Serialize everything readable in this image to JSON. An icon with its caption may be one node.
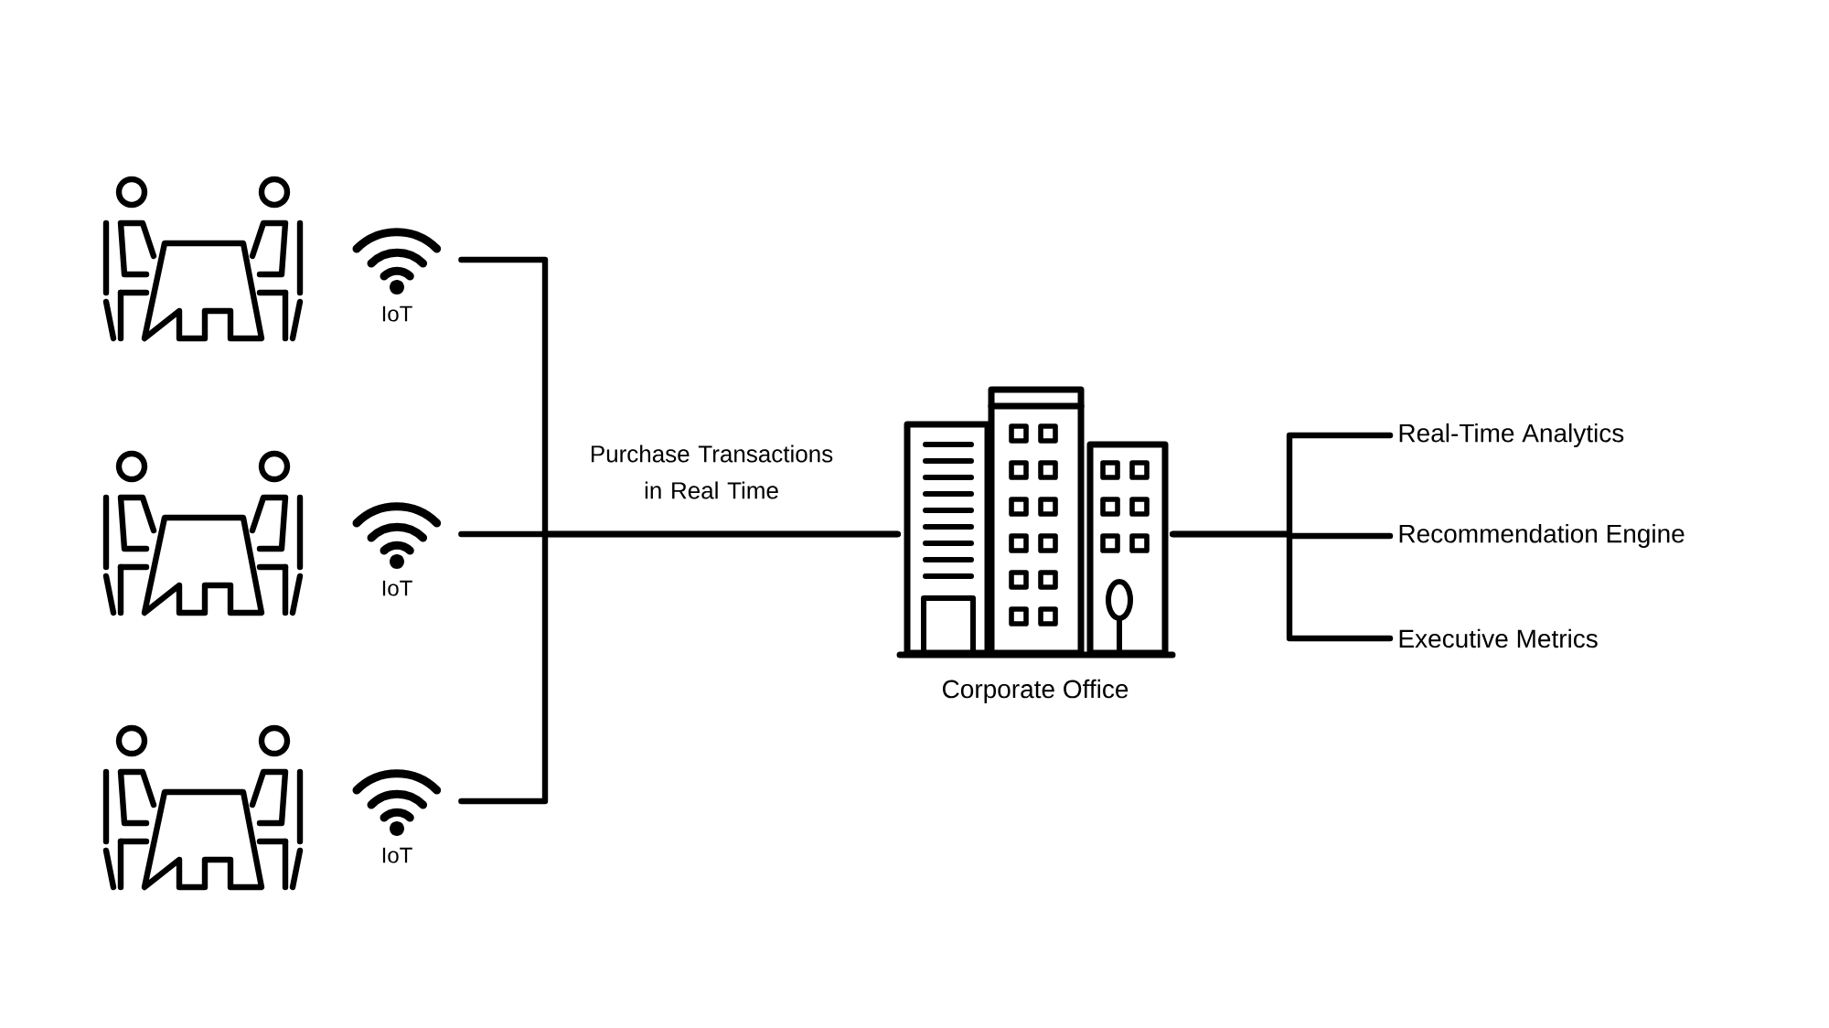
{
  "diagram": {
    "nodes": [
      {
        "text": [
          "IoT"
        ]
      },
      {
        "text": [
          "IoT"
        ]
      },
      {
        "text": [
          "IoT"
        ]
      },
      {
        "text": [
          "Corporate Office"
        ]
      },
      {
        "text": [
          "Real-Time Analytics"
        ]
      },
      {
        "text": [
          "Recommendation Engine"
        ]
      },
      {
        "text": [
          "Executive Metrics"
        ]
      }
    ],
    "edges": [
      {
        "from": 0,
        "to": 3,
        "arrow": "none"
      },
      {
        "from": 1,
        "to": 3,
        "arrow": "none",
        "label": "Purchase Transactions in Real Time"
      },
      {
        "from": 2,
        "to": 3,
        "arrow": "none"
      },
      {
        "from": 3,
        "to": 4,
        "arrow": "none"
      },
      {
        "from": 3,
        "to": 5,
        "arrow": "none"
      },
      {
        "from": 3,
        "to": 6,
        "arrow": "none"
      }
    ]
  }
}
